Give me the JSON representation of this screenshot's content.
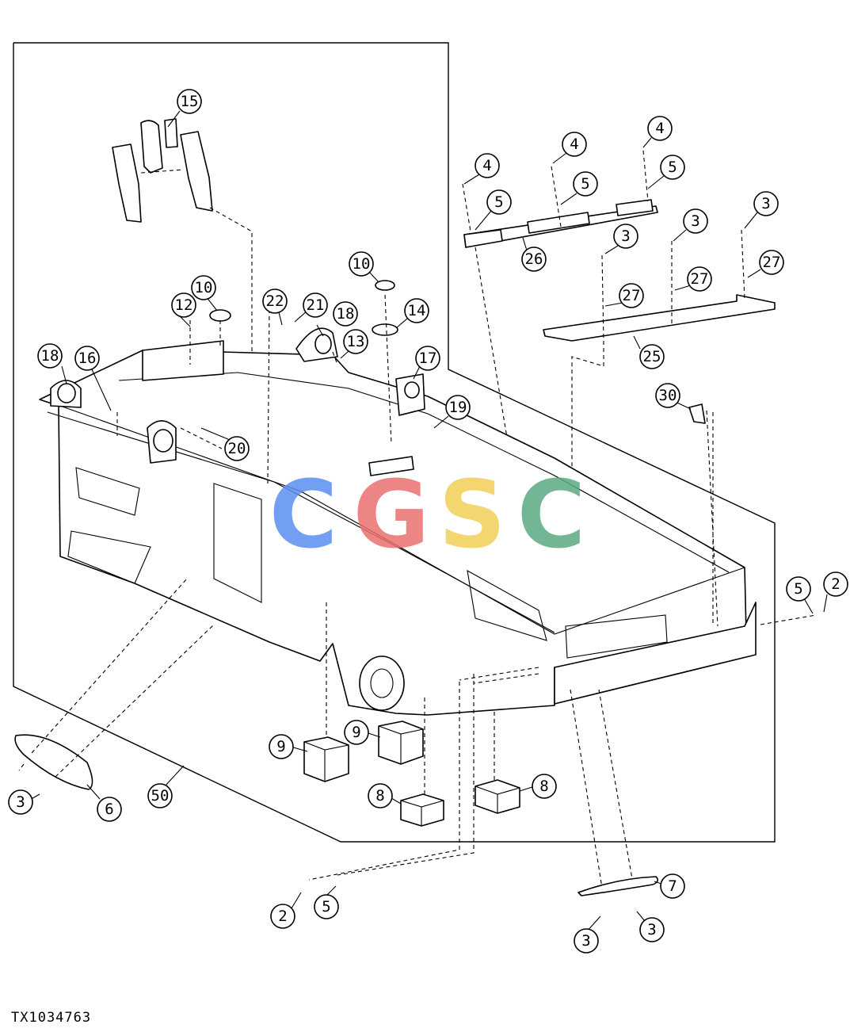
{
  "figure_id": "TX1034763",
  "watermark": {
    "text": [
      "C",
      "G",
      "S",
      "C"
    ],
    "colors": [
      "#5b8ff0",
      "#ea7070",
      "#f2cf58",
      "#5aaa82"
    ]
  },
  "callouts": {
    "c15": "15",
    "c4a": "4",
    "c4b": "4",
    "c4c": "4",
    "c5a": "5",
    "c5b": "5",
    "c5c": "5",
    "c26": "26",
    "c3a": "3",
    "c3b": "3",
    "c3c": "3",
    "c27a": "27",
    "c27b": "27",
    "c27c": "27",
    "c25": "25",
    "c10a": "10",
    "c10b": "10",
    "c12": "12",
    "c22": "22",
    "c21": "21",
    "c18a": "18",
    "c18b": "18",
    "c14": "14",
    "c13": "13",
    "c16": "16",
    "c17": "17",
    "c19": "19",
    "c20": "20",
    "c30": "30",
    "c5d": "5",
    "c2a": "2",
    "c9a": "9",
    "c9b": "9",
    "c8a": "8",
    "c8b": "8",
    "c3d": "3",
    "c6": "6",
    "c50": "50",
    "c2b": "2",
    "c5e": "5",
    "c7": "7",
    "c3e": "3",
    "c3f": "3"
  }
}
